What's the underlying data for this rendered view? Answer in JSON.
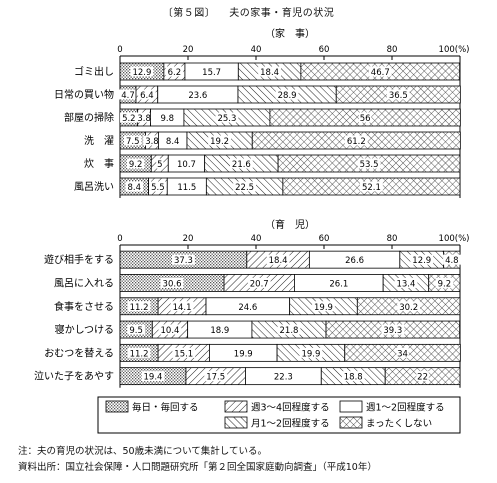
{
  "figure": {
    "label": "〔第５図〕",
    "title": "夫の家事・育児の状況"
  },
  "notes": {
    "note": "注：夫の育児の状況は、50歳未満について集計している。",
    "source": "資料出所：国立社会保障・人口問題研究所「第２回全国家庭動向調査」（平成10年）"
  },
  "legend": [
    {
      "label": "毎日・毎回する",
      "pattern": "dots"
    },
    {
      "label": "週3～4回程度する",
      "pattern": "hatch"
    },
    {
      "label": "週1～2回程度する",
      "pattern": "white"
    },
    {
      "label": "月1～2回程度する",
      "pattern": "back"
    },
    {
      "label": "まったくしない",
      "pattern": "cross"
    }
  ],
  "chart_data": [
    {
      "type": "bar",
      "orientation": "horizontal",
      "stacked": true,
      "title": "（家　事）",
      "axis": {
        "ticks": [
          "0",
          "20",
          "40",
          "60",
          "80",
          "100(%)"
        ],
        "xlim": [
          0,
          100
        ]
      },
      "categories": [
        "ゴミ出し",
        "日常の買い物",
        "部屋の掃除",
        "洗　濯",
        "炊　事",
        "風呂洗い"
      ],
      "series": [
        {
          "name": "毎日・毎回する",
          "values": [
            12.9,
            4.7,
            5.2,
            7.5,
            9.2,
            8.4
          ]
        },
        {
          "name": "週3～4回程度する",
          "values": [
            6.2,
            6.4,
            3.8,
            3.8,
            5.0,
            5.5
          ]
        },
        {
          "name": "週1～2回程度する",
          "values": [
            15.7,
            23.6,
            9.8,
            8.4,
            10.7,
            11.5
          ]
        },
        {
          "name": "月1～2回程度する",
          "values": [
            18.4,
            28.9,
            25.3,
            19.2,
            21.6,
            22.5
          ]
        },
        {
          "name": "まったくしない",
          "values": [
            46.7,
            36.5,
            56.0,
            61.2,
            53.5,
            52.1
          ]
        }
      ]
    },
    {
      "type": "bar",
      "orientation": "horizontal",
      "stacked": true,
      "title": "（育　児）",
      "axis": {
        "ticks": [
          "0",
          "20",
          "40",
          "60",
          "80",
          "100(%)"
        ],
        "xlim": [
          0,
          100
        ]
      },
      "categories": [
        "遊び相手をする",
        "風呂に入れる",
        "食事をさせる",
        "寝かしつける",
        "おむつを替える",
        "泣いた子をあやす"
      ],
      "series": [
        {
          "name": "毎日・毎回する",
          "values": [
            37.3,
            30.6,
            11.2,
            9.5,
            11.2,
            19.4
          ]
        },
        {
          "name": "週3～4回程度する",
          "values": [
            18.4,
            20.7,
            14.1,
            10.4,
            15.1,
            17.5
          ]
        },
        {
          "name": "週1～2回程度する",
          "values": [
            26.6,
            26.1,
            24.6,
            18.9,
            19.9,
            22.3
          ]
        },
        {
          "name": "月1～2回程度する",
          "values": [
            12.9,
            13.4,
            19.9,
            21.8,
            19.9,
            18.8
          ]
        },
        {
          "name": "まったくしない",
          "values": [
            4.8,
            9.2,
            30.2,
            39.3,
            34.0,
            22.0
          ]
        }
      ]
    }
  ]
}
